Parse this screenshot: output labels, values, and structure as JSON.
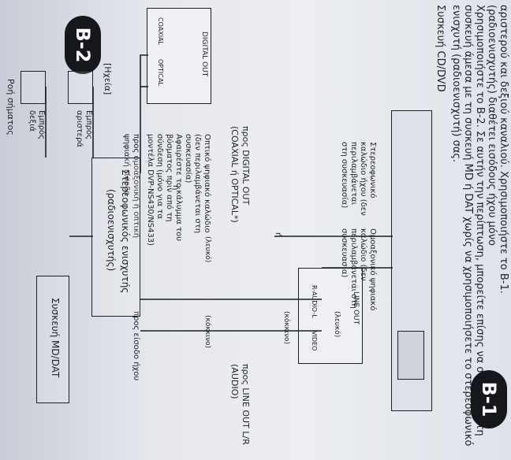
{
  "top_text": {
    "line1": "αριστερού και δεξιού καναλιού. Χρησιμοποιήστε το B-1.",
    "line2": "(ραδιοενισχυτής) διαθέτει εισόδους ήχου μόνο",
    "line3": "Χρησιμοποιήστε το B-2. Σε αυτήν την περίπτωση, μπορείτε επίσης να συνδέσετε τη",
    "line4": "συσκευή άμεσα με τη συσκευή MD ή DAT χωρίς να χρησιμοποιήσετε το στερεοφωνικό",
    "line5": "ενισχυτή (ραδιοενισχυτή) σας.",
    "device_label": "Συσκευή CD/DVD"
  },
  "badges": {
    "b1": "B-1",
    "b2": "B-2"
  },
  "panel_b1": {
    "title": "LINE OUT",
    "l_label": "R-AUDIO-L",
    "v_label": "VIDEO"
  },
  "panel_b2": {
    "title": "DIGITAL OUT",
    "port1": "COAXIAL",
    "port2": "OPTICAL"
  },
  "labels": {
    "to_line_out": "προς LINE OUT L/R",
    "to_line_out_2": "(AUDIO)",
    "to_digital_out": "προς DIGITAL OUT",
    "to_digital_out_2": "(COAXIAL ή OPTICAL*)",
    "stereo_cable_1": "Στερεοφωνικό",
    "stereo_cable_2": "καλώδιο ήχου (δεν",
    "stereo_cable_3": "περιλαμβάνεται",
    "stereo_cable_4": "στη συσκευασία)",
    "coax_cable_1": "Ομοαξονικό ψηφιακό",
    "coax_cable_2": "καλώδιο (δεν",
    "coax_cable_3": "περιλαμβάνεται στη",
    "coax_cable_4": "συσκευασία)",
    "white": "(λευκό)",
    "red": "(κόκκινο)",
    "white_2": "(λευκό)",
    "red_2": "(κόκκινο)",
    "or_1": "ή",
    "or_2": "ή",
    "optical_1": "Οπτικό ψηφιακό καλώδιο",
    "optical_2": "(δεν περιλαμβάνεται στη",
    "optical_3": "συσκευασία)",
    "optical_4": "Αφαιρέστε το κάλυμμα του",
    "optical_5": "βύσματος πριν από τη",
    "optical_6": "σύνδεση (μόνο για τα",
    "optical_7": "μοντέλα DVP-NS430/NS433)",
    "to_input_1": "προς ομοαξονική ή οπτική",
    "to_input_2": "ψηφιακή είσοδο",
    "to_audio_input": "προς είσοδο ήχου",
    "amp_1": "Στερεοφωνικός ενισχυτής",
    "amp_2": "(ραδιοενισχυτής)",
    "md": "Συσκευή MD/DAT",
    "speakers": "[Ηχεία]",
    "front_left_1": "Εμπρός",
    "front_left_2": "αριστερά",
    "front_right_1": "Εμπρός",
    "front_right_2": "δεξιά",
    "footer": "Ροή σήματος"
  }
}
